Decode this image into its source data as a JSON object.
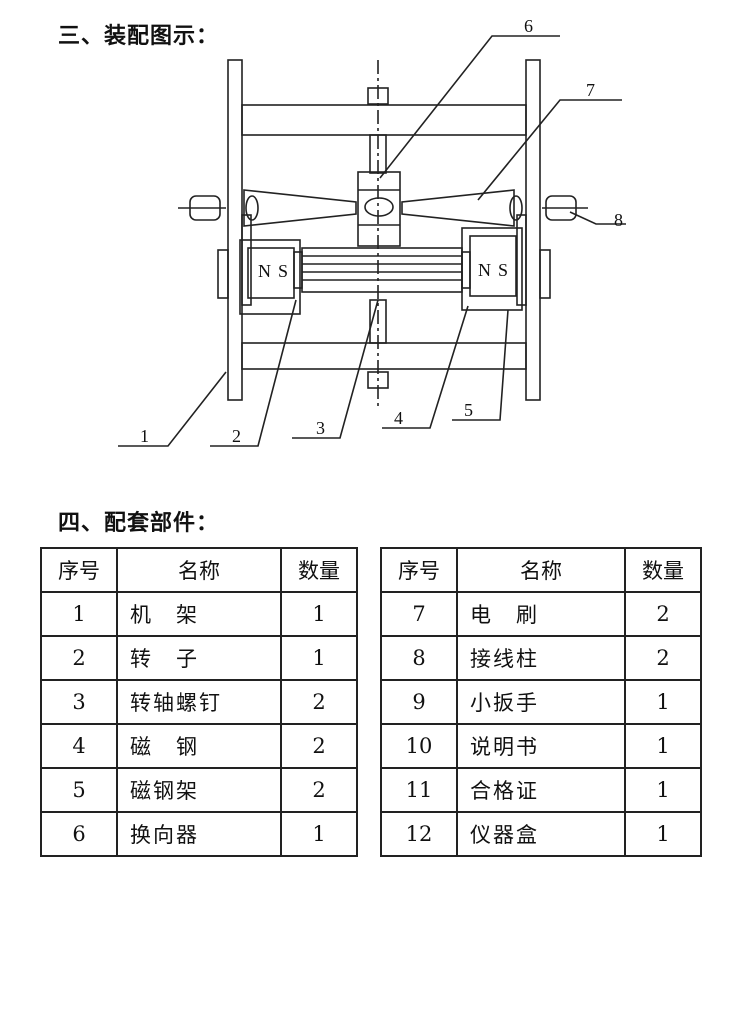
{
  "section3": {
    "title": "三、装配图示："
  },
  "section4": {
    "title": "四、配套部件："
  },
  "diagram": {
    "callouts": [
      "1",
      "2",
      "3",
      "4",
      "5",
      "6",
      "7",
      "8"
    ],
    "magnet_left": {
      "n": "N",
      "s": "S"
    },
    "magnet_right": {
      "n": "N",
      "s": "S"
    }
  },
  "table": {
    "headers": {
      "no": "序号",
      "name": "名称",
      "qty": "数量"
    },
    "left_rows": [
      {
        "no": "1",
        "name": "机　架",
        "qty": "1"
      },
      {
        "no": "2",
        "name": "转　子",
        "qty": "1"
      },
      {
        "no": "3",
        "name": "转轴螺钉",
        "qty": "2"
      },
      {
        "no": "4",
        "name": "磁　钢",
        "qty": "2"
      },
      {
        "no": "5",
        "name": "磁钢架",
        "qty": "2"
      },
      {
        "no": "6",
        "name": "换向器",
        "qty": "1"
      }
    ],
    "right_rows": [
      {
        "no": "7",
        "name": "电　刷",
        "qty": "2"
      },
      {
        "no": "8",
        "name": "接线柱",
        "qty": "2"
      },
      {
        "no": "9",
        "name": "小扳手",
        "qty": "1"
      },
      {
        "no": "10",
        "name": "说明书",
        "qty": "1"
      },
      {
        "no": "11",
        "name": "合格证",
        "qty": "1"
      },
      {
        "no": "12",
        "name": "仪器盒",
        "qty": "1"
      }
    ]
  }
}
